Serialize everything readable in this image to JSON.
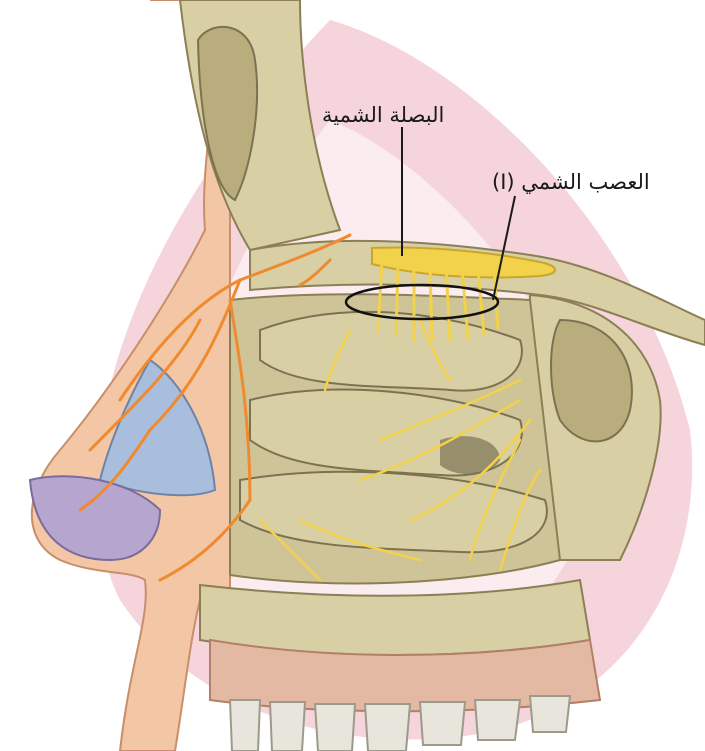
{
  "labels": {
    "olfactory_bulb": "البصلة الشمية",
    "olfactory_nerve": "العصب الشمي (I)"
  },
  "colors": {
    "background": "#ffffff",
    "watermark": "#f2c6cf",
    "skin": "#f3c7a5",
    "bone": "#d8cfa4",
    "bone_dark": "#b9ad7d",
    "cavity_shadow": "#7c7252",
    "nerve_olfactory": "#f2d24a",
    "nerve_orange": "#f08a2e",
    "cartilage_blue": "#a9bedc",
    "cartilage_purple": "#b6a6cf",
    "teeth": "#e8e6dc",
    "leader_line": "#1a1a1a"
  },
  "icons": [
    "anatomical-illustration"
  ]
}
